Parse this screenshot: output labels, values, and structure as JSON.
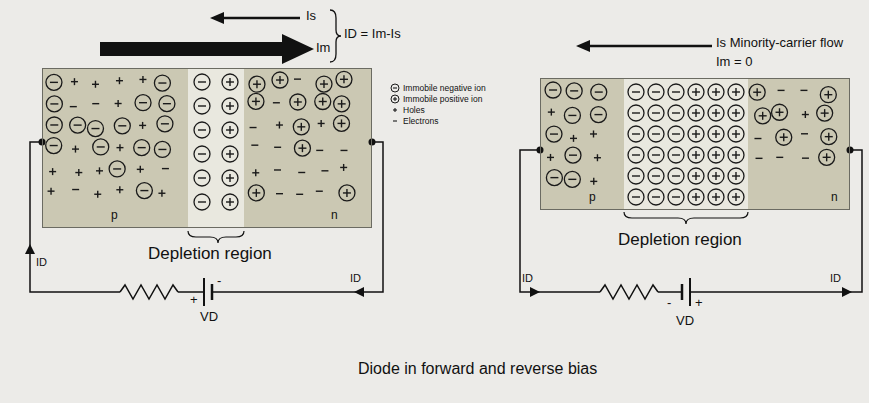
{
  "diagram": {
    "caption": "Diode in forward and reverse bias",
    "nodes": [
      {
        "text": [
          "p",
          "n"
        ]
      },
      {
        "text": [
          "p",
          "n"
        ]
      }
    ],
    "labels": [
      "Is",
      "ID = Im-Is",
      "Im",
      "Depletion region",
      "ID",
      "ID",
      "+",
      "-",
      "VD",
      "Is Minority-carrier flow",
      "Im = 0",
      "Depletion region",
      "ID",
      "ID",
      "-",
      "+",
      "VD"
    ],
    "legend": [
      {
        "text": "Immobile negative ion"
      },
      {
        "text": "Immobile positive ion"
      },
      {
        "text": "Holes"
      },
      {
        "text": "Electrons"
      }
    ]
  }
}
